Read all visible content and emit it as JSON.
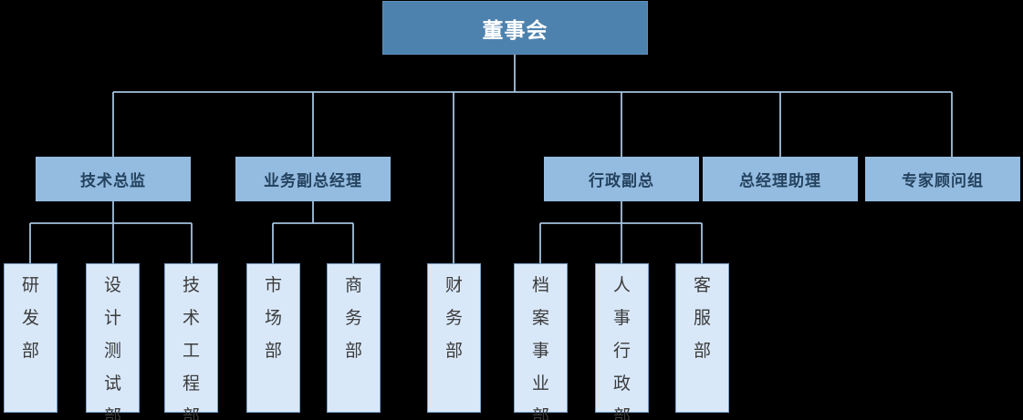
{
  "org": {
    "root": {
      "label": "董事会"
    },
    "level2": [
      {
        "label": "技术总监"
      },
      {
        "label": "业务副总经理"
      },
      {
        "label": "行政副总"
      },
      {
        "label": "总经理助理"
      },
      {
        "label": "专家顾问组"
      }
    ],
    "level3": [
      {
        "label": "研发部",
        "parent": "技术总监"
      },
      {
        "label": "设计测试部",
        "parent": "技术总监"
      },
      {
        "label": "技术工程部",
        "parent": "技术总监"
      },
      {
        "label": "市场部",
        "parent": "业务副总经理"
      },
      {
        "label": "商务部",
        "parent": "业务副总经理"
      },
      {
        "label": "财务部",
        "parent": "董事会"
      },
      {
        "label": "档案事业部",
        "parent": "行政副总"
      },
      {
        "label": "人事行政部",
        "parent": "行政副总"
      },
      {
        "label": "客服部",
        "parent": "行政副总"
      }
    ],
    "colors": {
      "background": "#000000",
      "root_fill": "#4E82AE",
      "root_text": "#FFFFFF",
      "level2_fill": "#94BCE0",
      "level2_text": "#24425E",
      "level3_fill": "#D9E8F9",
      "level3_border": "#7AA0C8",
      "level3_text": "#3B3B3B",
      "connector_line": "#A4C2DC"
    }
  }
}
